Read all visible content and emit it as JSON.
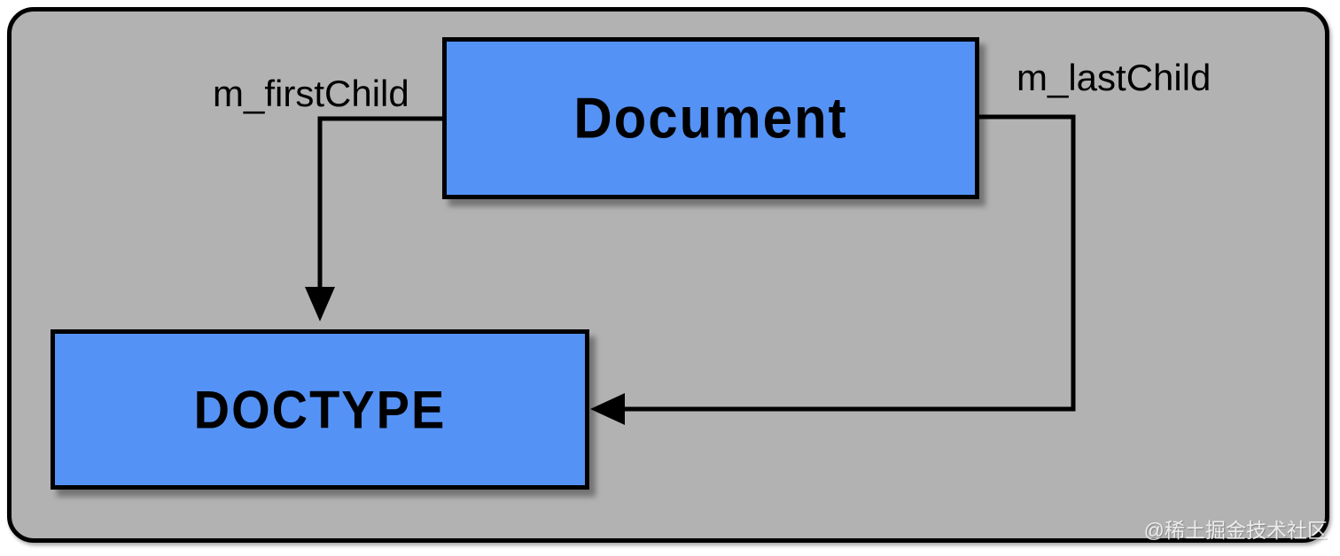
{
  "diagram": {
    "type": "node-link",
    "nodes": {
      "document": {
        "label": "Document"
      },
      "doctype": {
        "label": "DOCTYPE"
      }
    },
    "edges": {
      "first_child": {
        "label": "m_firstChild",
        "from": "Document",
        "to": "DOCTYPE",
        "direction": "down-arrow into top area of DOCTYPE"
      },
      "last_child": {
        "label": "m_lastChild",
        "from": "Document",
        "to": "DOCTYPE",
        "direction": "left-arrow into right edge of DOCTYPE"
      }
    },
    "colors": {
      "node_fill": "#5592f5",
      "node_border": "#000000",
      "panel_background": "#b2b2b2",
      "panel_border": "#000000",
      "page_background": "#ffffff",
      "label_text": "#000000"
    }
  },
  "watermark": {
    "text": "@稀土掘金技术社区"
  }
}
